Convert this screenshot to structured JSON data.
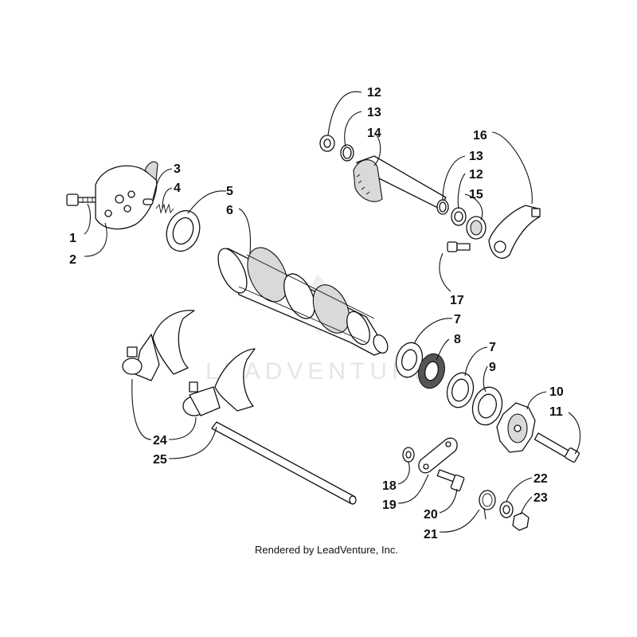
{
  "watermark": "LEADVENTURE",
  "footer": "Rendered by LeadVenture, Inc.",
  "callouts": {
    "c1": "1",
    "c2": "2",
    "c3": "3",
    "c4": "4",
    "c5": "5",
    "c6": "6",
    "c7a": "7",
    "c7b": "7",
    "c8": "8",
    "c9": "9",
    "c10": "10",
    "c11": "11",
    "c12a": "12",
    "c12b": "12",
    "c13a": "13",
    "c13b": "13",
    "c14": "14",
    "c15": "15",
    "c16": "16",
    "c17": "17",
    "c18": "18",
    "c19": "19",
    "c20": "20",
    "c21": "21",
    "c22": "22",
    "c23": "23",
    "c24": "24",
    "c25": "25"
  }
}
